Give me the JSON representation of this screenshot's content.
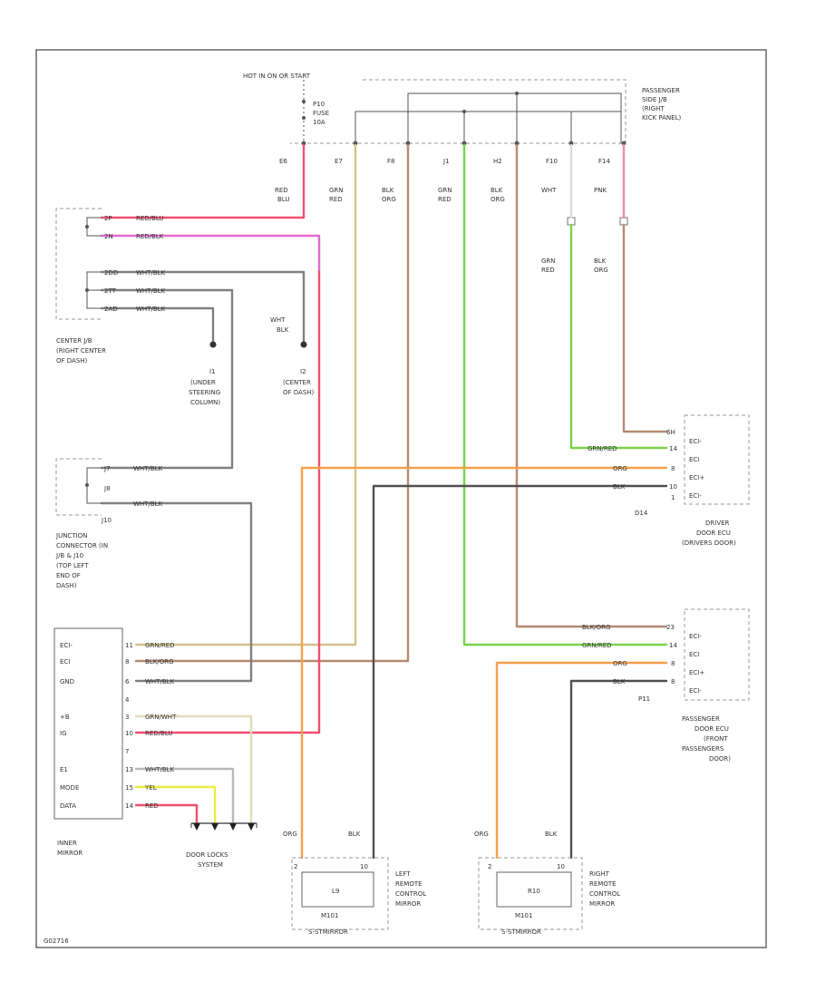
{
  "source": {
    "label": "HOT IN ON OR START",
    "fuse_name": "P10",
    "fuse_text": "FUSE",
    "fuse_rating": "10A",
    "panel": [
      "PASSENGER",
      "SIDE J/B",
      "(RIGHT",
      "KICK PANEL)"
    ],
    "pins": [
      "E6",
      "E7",
      "F8",
      "J1",
      "H2",
      "F10",
      "F14"
    ],
    "wires": [
      [
        "RED",
        "BLU"
      ],
      [
        "GRN",
        "RED"
      ],
      [
        "BLK",
        "ORG"
      ],
      [
        "GRN",
        "RED"
      ],
      [
        "BLK",
        "ORG"
      ],
      [
        "WHT",
        ""
      ],
      [
        "PNK",
        ""
      ]
    ],
    "below": [
      [
        "GRN",
        "RED"
      ],
      [
        "BLK",
        "ORG"
      ]
    ]
  },
  "center_jb": {
    "pins": [
      "2P",
      "2N",
      "2DD",
      "2TT",
      "2AD"
    ],
    "wires": [
      "RED/BLU",
      "RED/BLK",
      "WHT/BLK",
      "WHT/BLK",
      "WHT/BLK"
    ],
    "caption": [
      "CENTER J/B",
      "(RIGHT CENTER",
      "OF DASH)"
    ]
  },
  "grounds": {
    "g1_name": "I1",
    "g1_text": [
      "(UNDER",
      "STEERING",
      "COLUMN)"
    ],
    "g2_wire": [
      "WHT",
      "BLK"
    ],
    "g2_name": "I2",
    "g2_text": [
      "(CENTER",
      "OF DASH)"
    ]
  },
  "junction": {
    "pins": [
      "J7",
      "J8"
    ],
    "wires": [
      "WHT/BLK",
      "WHT/BLK"
    ],
    "id": "J10",
    "caption": [
      "JUNCTION",
      "CONNECTOR (IN",
      "J/B & J10",
      "(TOP LEFT",
      "END OF",
      "DASH)"
    ]
  },
  "driver_ecu": {
    "pins": [
      "6H",
      "14",
      "8",
      "10",
      "1"
    ],
    "terms": [
      "ECI-",
      "ECI",
      "ECI+",
      "ECI-"
    ],
    "wires": [
      "GRN/RED",
      "ORG",
      "BLK"
    ],
    "id": "D14",
    "caption": [
      "DRIVER",
      "DOOR ECU",
      "(DRIVERS DOOR)"
    ]
  },
  "passenger_ecu": {
    "pins": [
      "23",
      "14",
      "8",
      "8"
    ],
    "terms": [
      "ECI-",
      "ECI",
      "ECI+",
      "ECI-"
    ],
    "wires": [
      "BLK/ORG",
      "GRN/RED",
      "ORG",
      "BLK"
    ],
    "id": "P11",
    "caption": [
      "PASSENGER",
      "DOOR ECU",
      "(FRONT",
      "PASSENGERS",
      "DOOR)"
    ]
  },
  "inner_mirror": {
    "pin_labels": [
      "ECI-",
      "ECI",
      "GND",
      "",
      "+B",
      "IG",
      "",
      "E1",
      "MODE",
      "DATA"
    ],
    "pin_nums": [
      "11",
      "8",
      "6",
      "4",
      "3",
      "10",
      "7",
      "13",
      "15",
      "14"
    ],
    "wires": [
      "GRN/RED",
      "BLK/ORG",
      "WHT/BLK",
      "",
      "GRN/WHT",
      "RED/BLU",
      "",
      "WHT/BLK",
      "YEL",
      "RED"
    ],
    "caption": [
      "INNER",
      "MIRROR"
    ]
  },
  "door_lock": {
    "caption": [
      "DOOR LOCKS",
      "SYSTEM"
    ]
  },
  "left_remote": {
    "wire_a": "ORG",
    "wire_b": "BLK",
    "pin_a": "2",
    "pin_b": "10",
    "id": "L9",
    "inner": "M101",
    "caption": [
      "LEFT",
      "REMOTE",
      "CONTROL",
      "MIRROR"
    ],
    "bottom": "S-STMIRROR"
  },
  "right_remote": {
    "wire_a": "ORG",
    "wire_b": "BLK",
    "pin_a": "2",
    "pin_b": "10",
    "id": "R10",
    "inner": "M101",
    "caption": [
      "RIGHT",
      "REMOTE",
      "CONTROL",
      "MIRROR"
    ],
    "bottom": "S-STMIRROR"
  },
  "footer_code": "G02716",
  "colors": {
    "red": "#f0506e",
    "pink": "#e46ad2",
    "tan": "#d4c08a",
    "gray": "#808080",
    "green": "#7ad14a",
    "brown": "#b48a72",
    "orange": "#f5a04a",
    "dark": "#505050",
    "yellow": "#ecec40",
    "frame": "#444444"
  }
}
